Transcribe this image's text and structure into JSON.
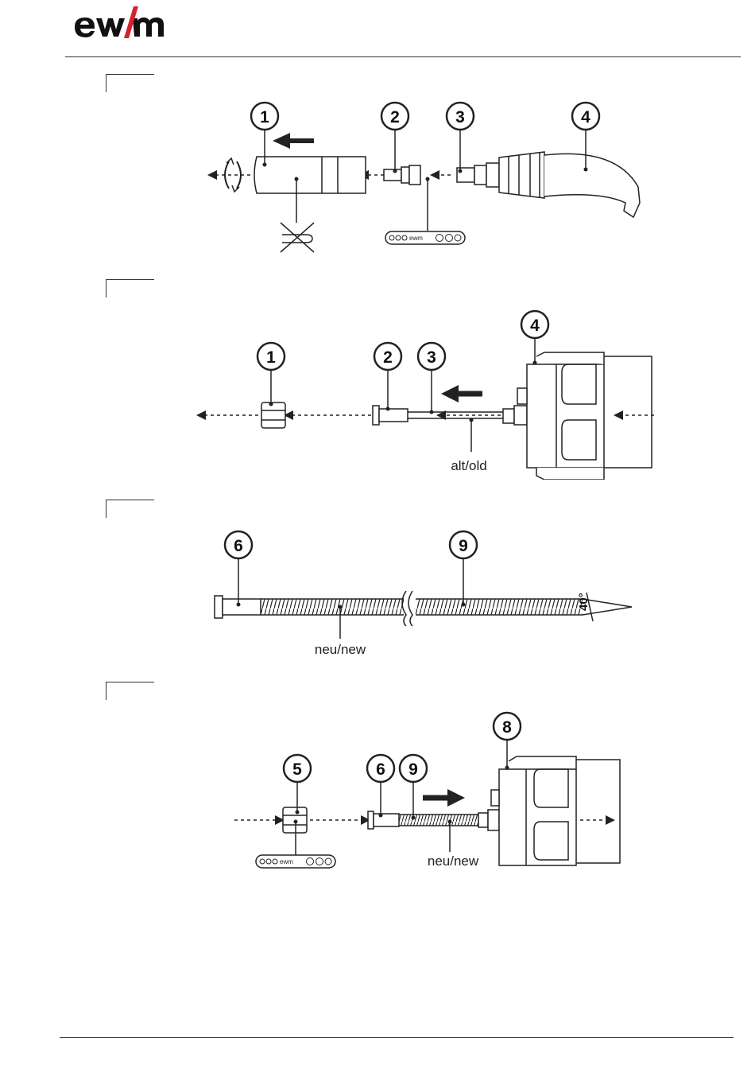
{
  "brand": {
    "logo_text": "ewm",
    "accent": "#d5202e"
  },
  "figures": [
    {
      "id": "fig-a",
      "callouts": [
        "1",
        "2",
        "3",
        "4"
      ]
    },
    {
      "id": "fig-b",
      "callouts": [
        "1",
        "2",
        "3",
        "4"
      ],
      "labels": {
        "old": "alt/old"
      }
    },
    {
      "id": "fig-c",
      "callouts": [
        "6",
        "9"
      ],
      "labels": {
        "new": "neu/new",
        "angle": "40°"
      }
    },
    {
      "id": "fig-d",
      "callouts": [
        "5",
        "6",
        "9",
        "8"
      ],
      "labels": {
        "new": "neu/new"
      }
    }
  ]
}
